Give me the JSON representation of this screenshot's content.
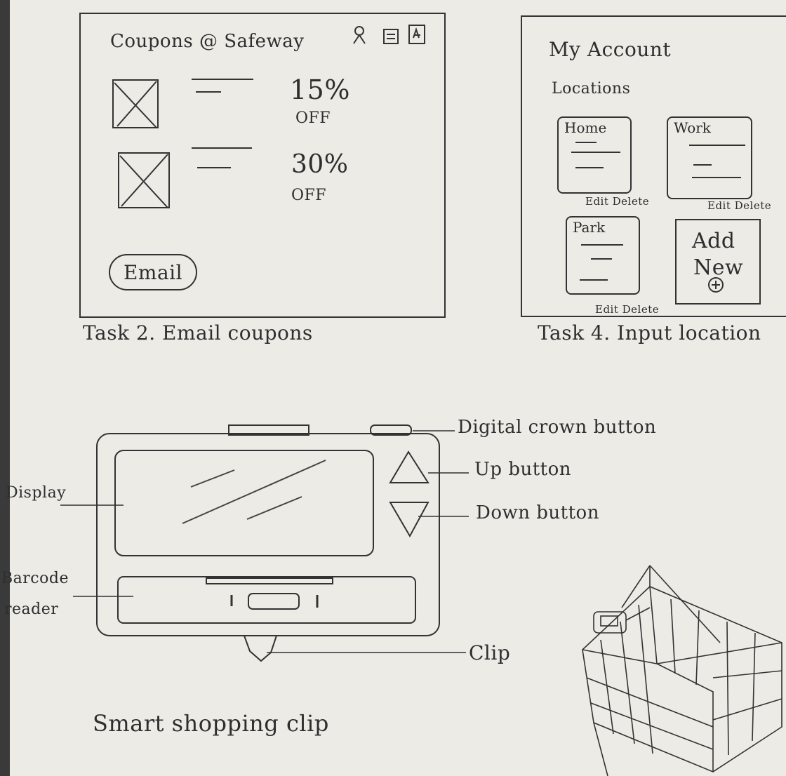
{
  "task2": {
    "title": "Coupons @ Safeway",
    "status_icons": [
      "person-icon",
      "calendar-icon",
      "list-icon"
    ],
    "coupons": [
      {
        "discount": "15%",
        "suffix": "OFF"
      },
      {
        "discount": "30%",
        "suffix": "OFF"
      }
    ],
    "email_button": "Email",
    "caption": "Task 2. Email coupons"
  },
  "task4": {
    "title": "My Account",
    "section": "Locations",
    "locations": [
      {
        "name": "Home",
        "actions": "Edit Delete"
      },
      {
        "name": "Work",
        "actions": "Edit Delete"
      },
      {
        "name": "Park",
        "actions": "Edit Delete"
      }
    ],
    "add_new_line1": "Add",
    "add_new_line2": "New",
    "caption": "Task 4. Input location"
  },
  "device": {
    "labels": {
      "display": "Display",
      "barcode_line1": "Barcode",
      "barcode_line2": "reader",
      "crown": "Digital crown button",
      "up": "Up button",
      "down": "Down button",
      "clip": "Clip"
    },
    "caption": "Smart shopping clip"
  }
}
